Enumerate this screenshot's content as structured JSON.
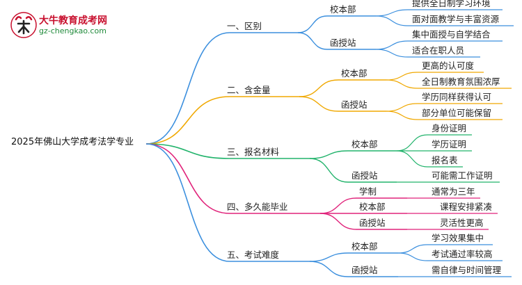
{
  "logo": {
    "name": "大牛教育成考网",
    "domain": "gz-chengkao.com"
  },
  "root": "2025年佛山大学成考法学专业",
  "colors": {
    "branch1": "#3b8fde",
    "branch2": "#f0a800",
    "branch3": "#21b36b",
    "branch4": "#e0227a",
    "branch5": "#3b8fde"
  },
  "branches": [
    {
      "label": "一、区别",
      "children": [
        {
          "label": "校本部",
          "leaves": [
            "提供全日制学习环境",
            "面对面教学与丰富资源"
          ]
        },
        {
          "label": "函授站",
          "leaves": [
            "集中面授与自学结合",
            "适合在职人员"
          ]
        }
      ]
    },
    {
      "label": "二、含金量",
      "children": [
        {
          "label": "校本部",
          "leaves": [
            "更高的认可度",
            "全日制教育氛围浓厚"
          ]
        },
        {
          "label": "函授站",
          "leaves": [
            "学历同样获得认可",
            "部分单位可能保留"
          ]
        }
      ]
    },
    {
      "label": "三、报名材料",
      "children": [
        {
          "label": "校本部",
          "leaves": [
            "身份证明",
            "学历证明",
            "报名表"
          ]
        },
        {
          "label": "函授站",
          "leaves": [
            "可能需工作证明"
          ]
        }
      ]
    },
    {
      "label": "四、多久能毕业",
      "children": [
        {
          "label": "学制",
          "leaves": [
            "通常为三年"
          ]
        },
        {
          "label": "校本部",
          "leaves": [
            "课程安排紧凑"
          ]
        },
        {
          "label": "函授站",
          "leaves": [
            "灵活性更高"
          ]
        }
      ]
    },
    {
      "label": "五、考试难度",
      "children": [
        {
          "label": "校本部",
          "leaves": [
            "学习效果集中",
            "考试通过率较高"
          ]
        },
        {
          "label": "函授站",
          "leaves": [
            "需自律与时间管理"
          ]
        }
      ]
    }
  ]
}
